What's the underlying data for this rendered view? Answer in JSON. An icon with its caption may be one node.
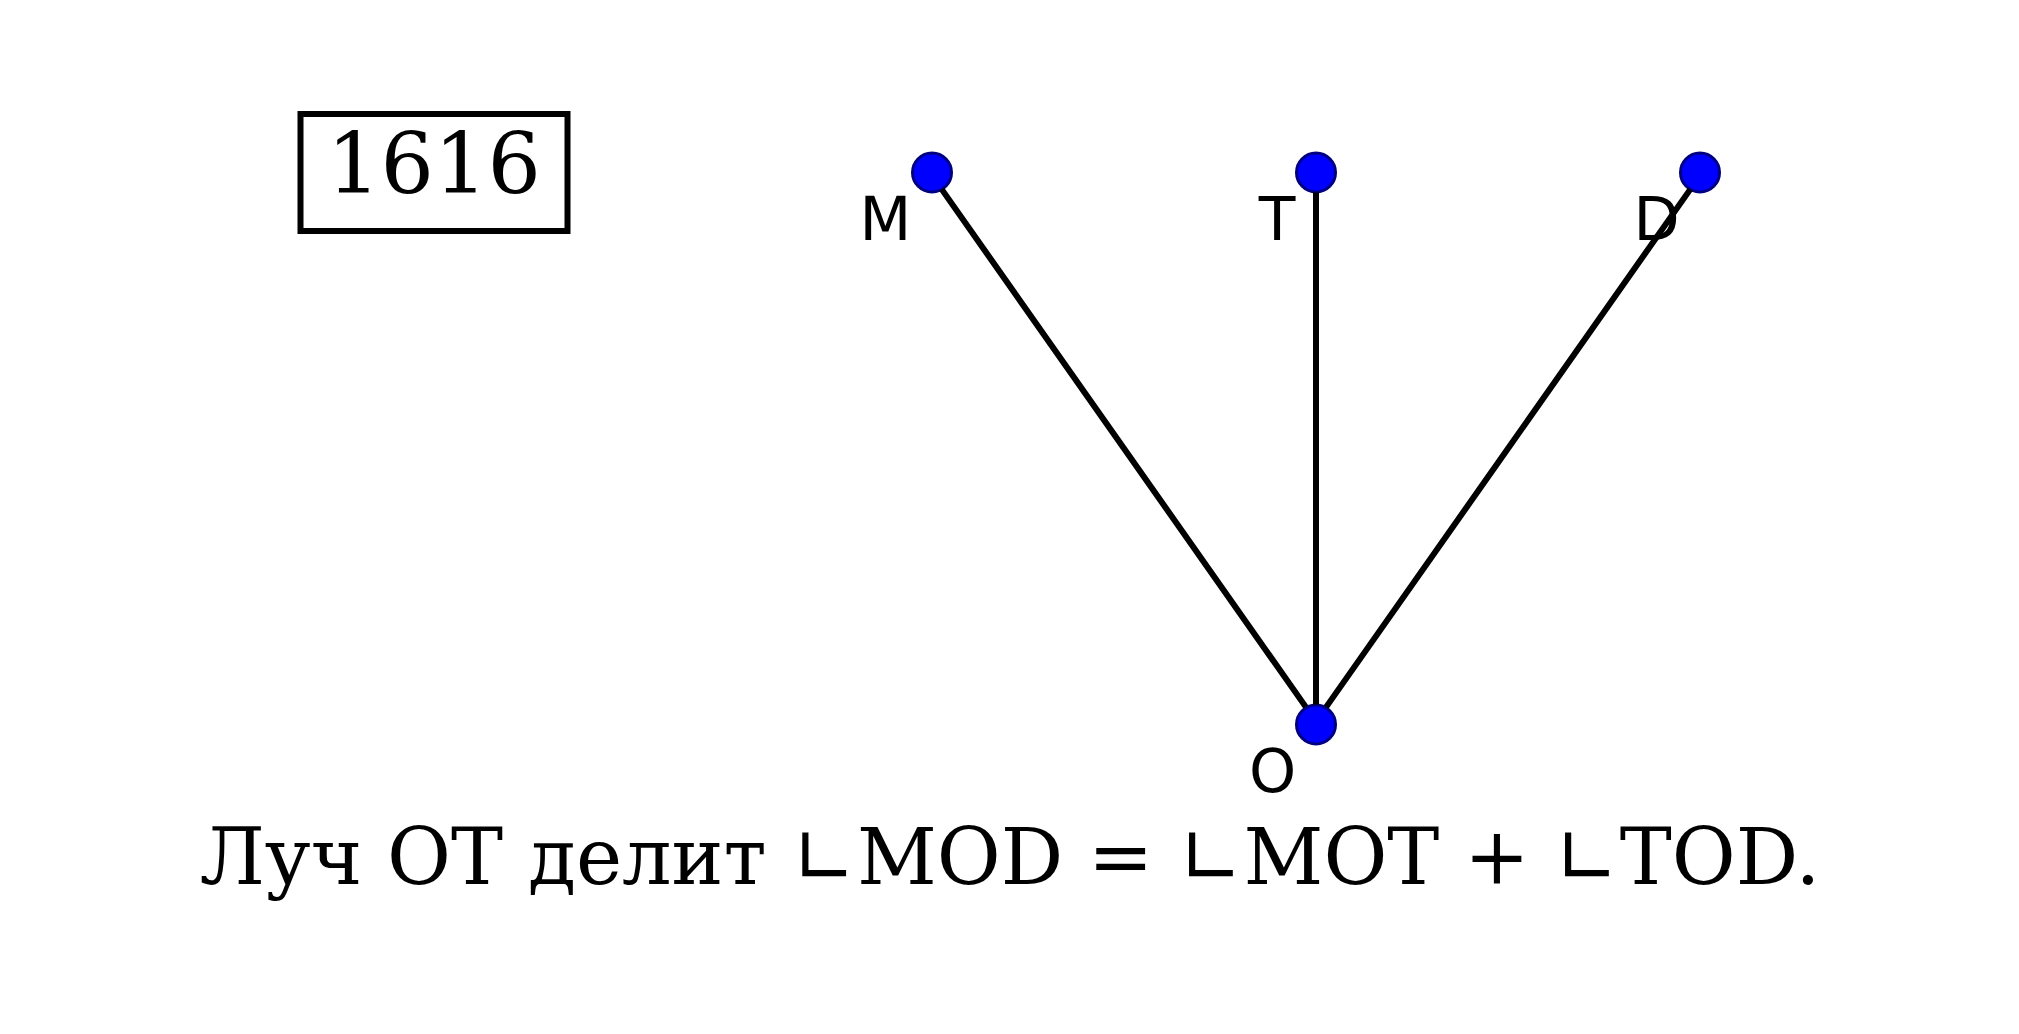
{
  "diagram": {
    "title": "1616",
    "caption": "Луч OT делит ∟MOD = ∟MOT + ∟TOD.",
    "nodes": [
      {
        "text": [],
        "shape": "circle",
        "beside": [
          "T"
        ]
      },
      {
        "text": [],
        "shape": "circle",
        "beside": [
          "M"
        ]
      },
      {
        "text": [],
        "shape": "circle",
        "beside": [
          "D"
        ]
      },
      {
        "text": [],
        "shape": "circle",
        "beside": [
          "O"
        ]
      }
    ],
    "edges": [
      {
        "from": 3,
        "to": 1,
        "arrow": "none"
      },
      {
        "from": 3,
        "to": 0,
        "arrow": "none"
      },
      {
        "from": 3,
        "to": 2,
        "arrow": "none"
      }
    ]
  }
}
